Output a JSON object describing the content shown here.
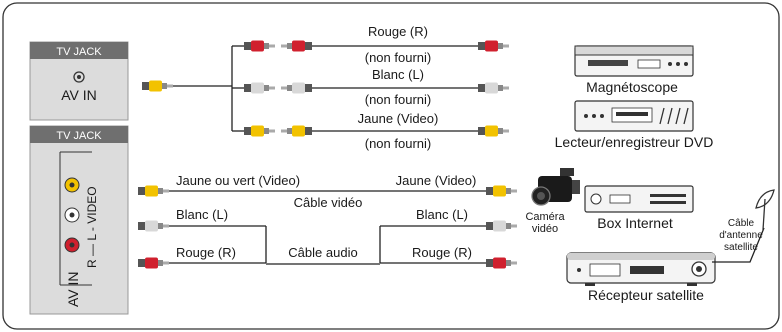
{
  "panel_top": {
    "header": "TV JACK",
    "port_label": "AV IN"
  },
  "panel_bottom": {
    "header": "TV JACK",
    "side_label": "R — L - VIDEO",
    "bottom_label": "AV IN"
  },
  "top_cables": {
    "red_label": "Rouge (R)",
    "red_note": "(non fourni)",
    "white_label": "Blanc (L)",
    "white_note": "(non fourni)",
    "yellow_label": "Jaune (Video)",
    "yellow_note": "(non fourni)"
  },
  "bottom_cables": {
    "video_left_label": "Jaune ou vert (Video)",
    "video_right_label": "Jaune (Video)",
    "video_cable_name": "Câble vidéo",
    "white_left_label": "Blanc (L)",
    "white_right_label": "Blanc (L)",
    "audio_cable_name": "Câble audio",
    "red_left_label": "Rouge (R)",
    "red_right_label": "Rouge (R)"
  },
  "devices": {
    "vcr": "Magnétoscope",
    "dvd": "Lecteur/enregistreur DVD",
    "camera_line1": "Caméra",
    "camera_line2": "vidéo",
    "box": "Box Internet",
    "satellite": "Récepteur satellite",
    "antenna_line1": "Câble",
    "antenna_line2": "d'antenne",
    "antenna_line3": "satellite"
  },
  "colors": {
    "red": "#d0202e",
    "white": "#d8d8d8",
    "yellow": "#f2c200",
    "panel": "#dcdcdc",
    "header": "#6f6f6f",
    "line": "#222222"
  }
}
